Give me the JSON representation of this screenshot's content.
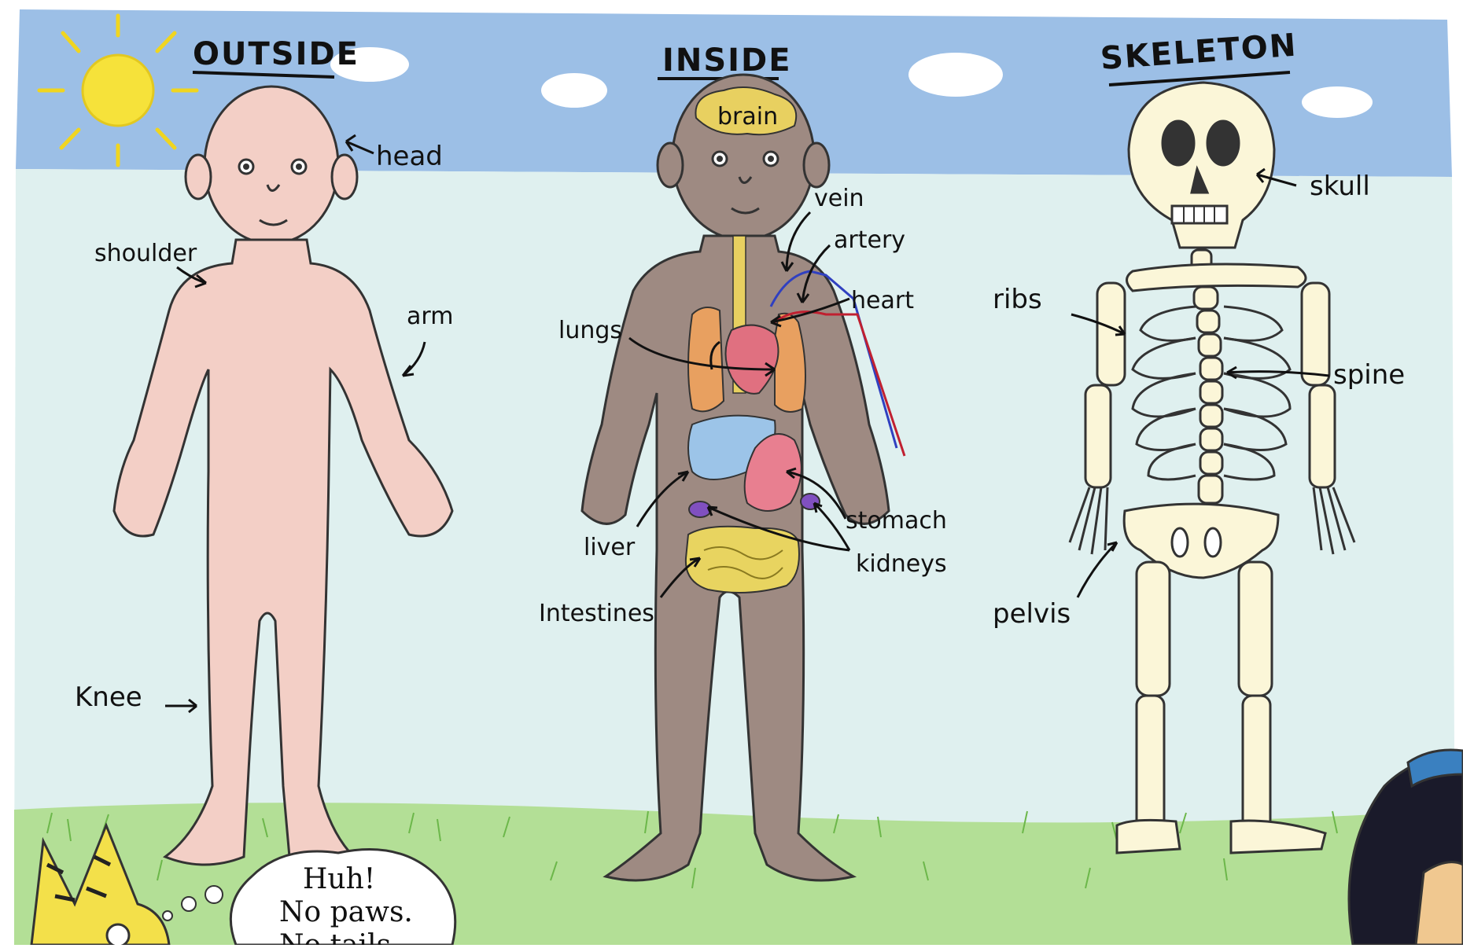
{
  "titles": {
    "outside": "OUTSIDE",
    "inside": "INSIDE",
    "skeleton": "SKELETON"
  },
  "labels": {
    "head": "head",
    "shoulder": "shoulder",
    "arm": "arm",
    "knee": "Knee",
    "brain": "brain",
    "vein": "vein",
    "artery": "artery",
    "heart": "heart",
    "lungs": "lungs",
    "liver": "liver",
    "stomach": "stomach",
    "kidneys": "kidneys",
    "intestines": "Intestines",
    "skull": "skull",
    "ribs": "ribs",
    "spine": "spine",
    "pelvis": "pelvis"
  },
  "bubble": {
    "line1": "Huh!",
    "line2": "No paws.",
    "line3": "No tails"
  },
  "colors": {
    "sky": "#8fb6e0",
    "ground": "#dcefee",
    "grass": "#8ccf6a",
    "skin_outside": "#f3cfc6",
    "skin_inside": "#9e8a82",
    "bone": "#fbf6d8",
    "sun": "#f6e23a",
    "lungs": "#e8a060",
    "heart": "#e07080",
    "liver": "#9cc4e8",
    "stomach": "#e87f90",
    "kidneys": "#8050c0",
    "intestines": "#e8d460",
    "brain": "#e8d060"
  }
}
